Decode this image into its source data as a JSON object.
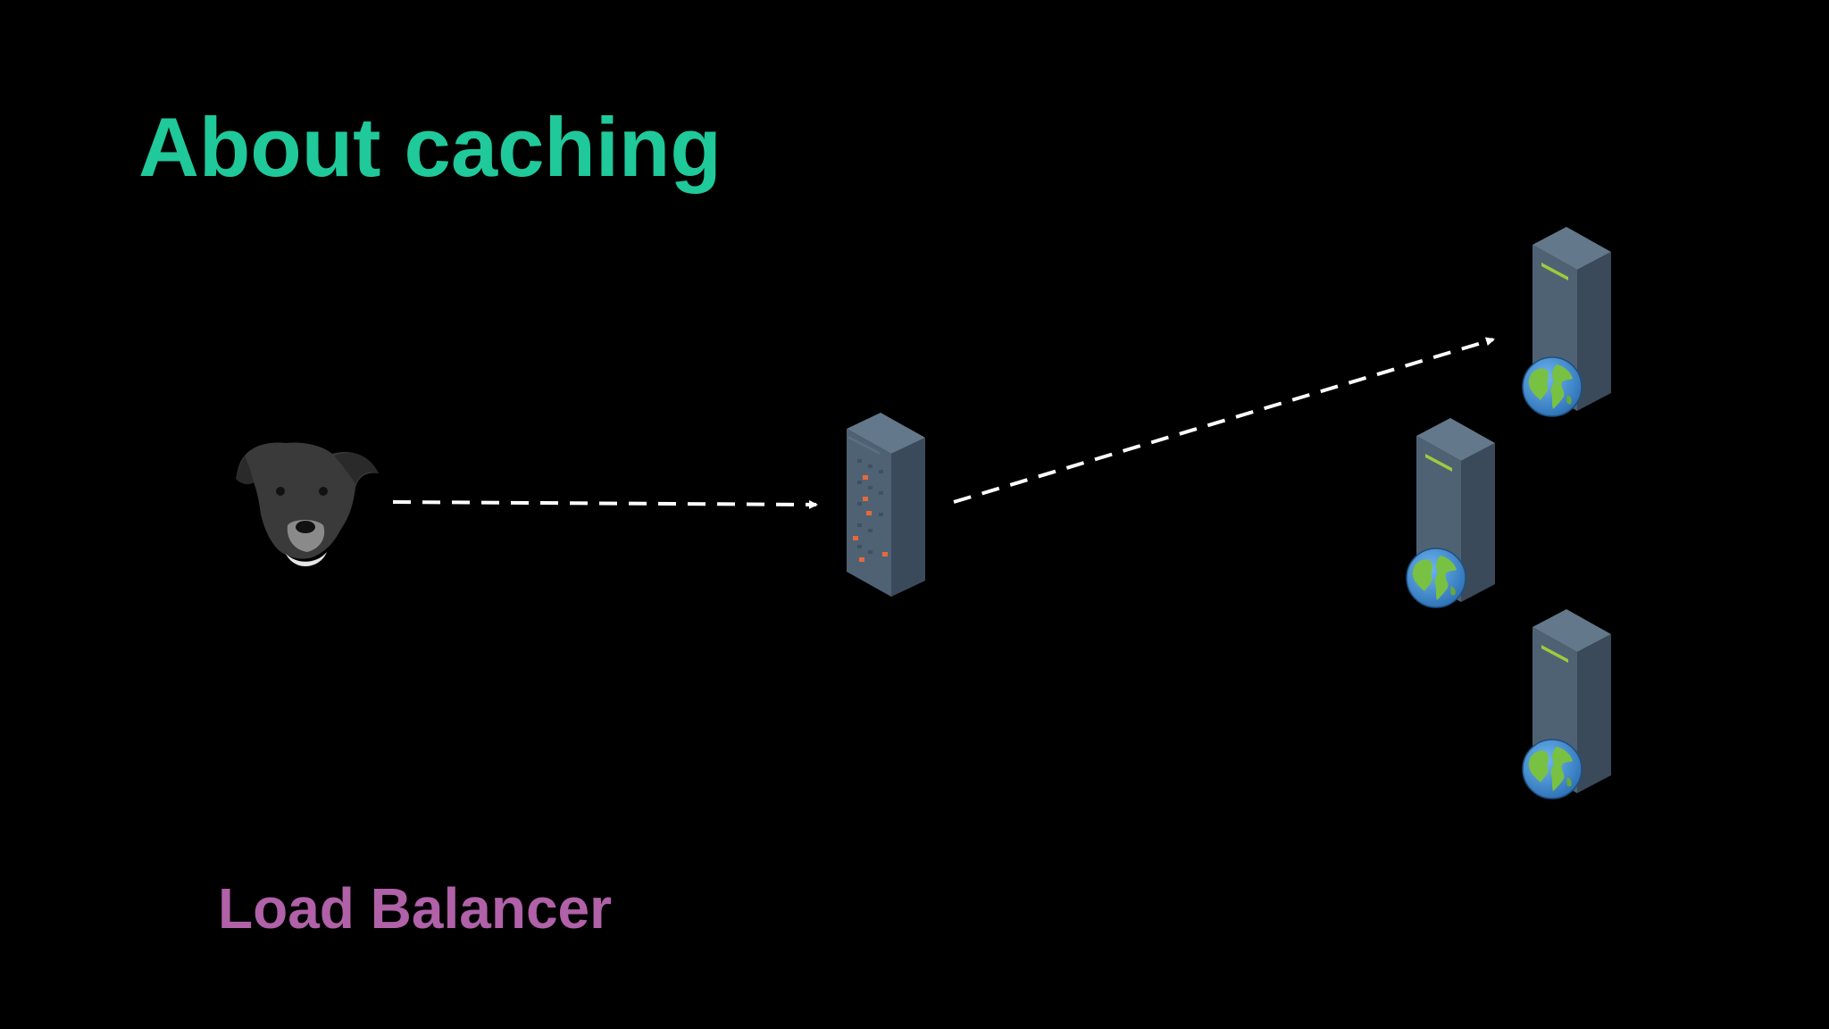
{
  "slide": {
    "title": "About caching",
    "caption": "Load Balancer"
  },
  "colors": {
    "background": "#000000",
    "title": "#1fc99a",
    "caption": "#b061a8",
    "arrow": "#ffffff",
    "server_front": "#4f6274",
    "server_side": "#3a4a5a",
    "server_top": "#64788b",
    "led": "#e8683a",
    "status_bar": "#9ccc3c",
    "globe_ocean": "#3e8fd6",
    "globe_land": "#79c143",
    "dog": "#3a3a3a"
  },
  "diagram": {
    "nodes": [
      {
        "id": "client",
        "icon": "dog-icon"
      },
      {
        "id": "load-balancer",
        "icon": "server-rack-icon"
      },
      {
        "id": "web-server-1",
        "icon": "web-server-icon"
      },
      {
        "id": "web-server-2",
        "icon": "web-server-icon"
      },
      {
        "id": "web-server-3",
        "icon": "web-server-icon"
      }
    ],
    "edges": [
      {
        "from": "client",
        "to": "load-balancer",
        "style": "dashed"
      },
      {
        "from": "load-balancer",
        "to": "web-server-1",
        "style": "dashed"
      }
    ]
  }
}
